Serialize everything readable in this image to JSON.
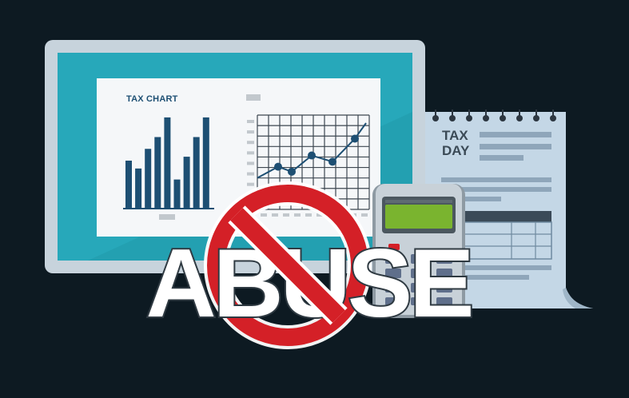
{
  "monitor": {
    "chart_title": "TAX CHART"
  },
  "bar_chart": {
    "values": [
      6,
      5,
      7.5,
      9,
      11.5,
      3.6,
      6.5,
      9,
      11.5
    ]
  },
  "line_chart": {
    "values": [
      1.2,
      3,
      2.2,
      4.8,
      3.8,
      7.5,
      10
    ]
  },
  "calendar": {
    "label_line1": "TAX",
    "label_line2": "DAY"
  },
  "overlay": {
    "word": "ABUSE"
  },
  "colors": {
    "background": "#0d1a22",
    "monitor_frame": "#c7d3dc",
    "screen_teal": "#23a0b1",
    "bars": "#1d4f73",
    "no_sign_red": "#d42027",
    "calculator_display": "#7ab42f"
  }
}
